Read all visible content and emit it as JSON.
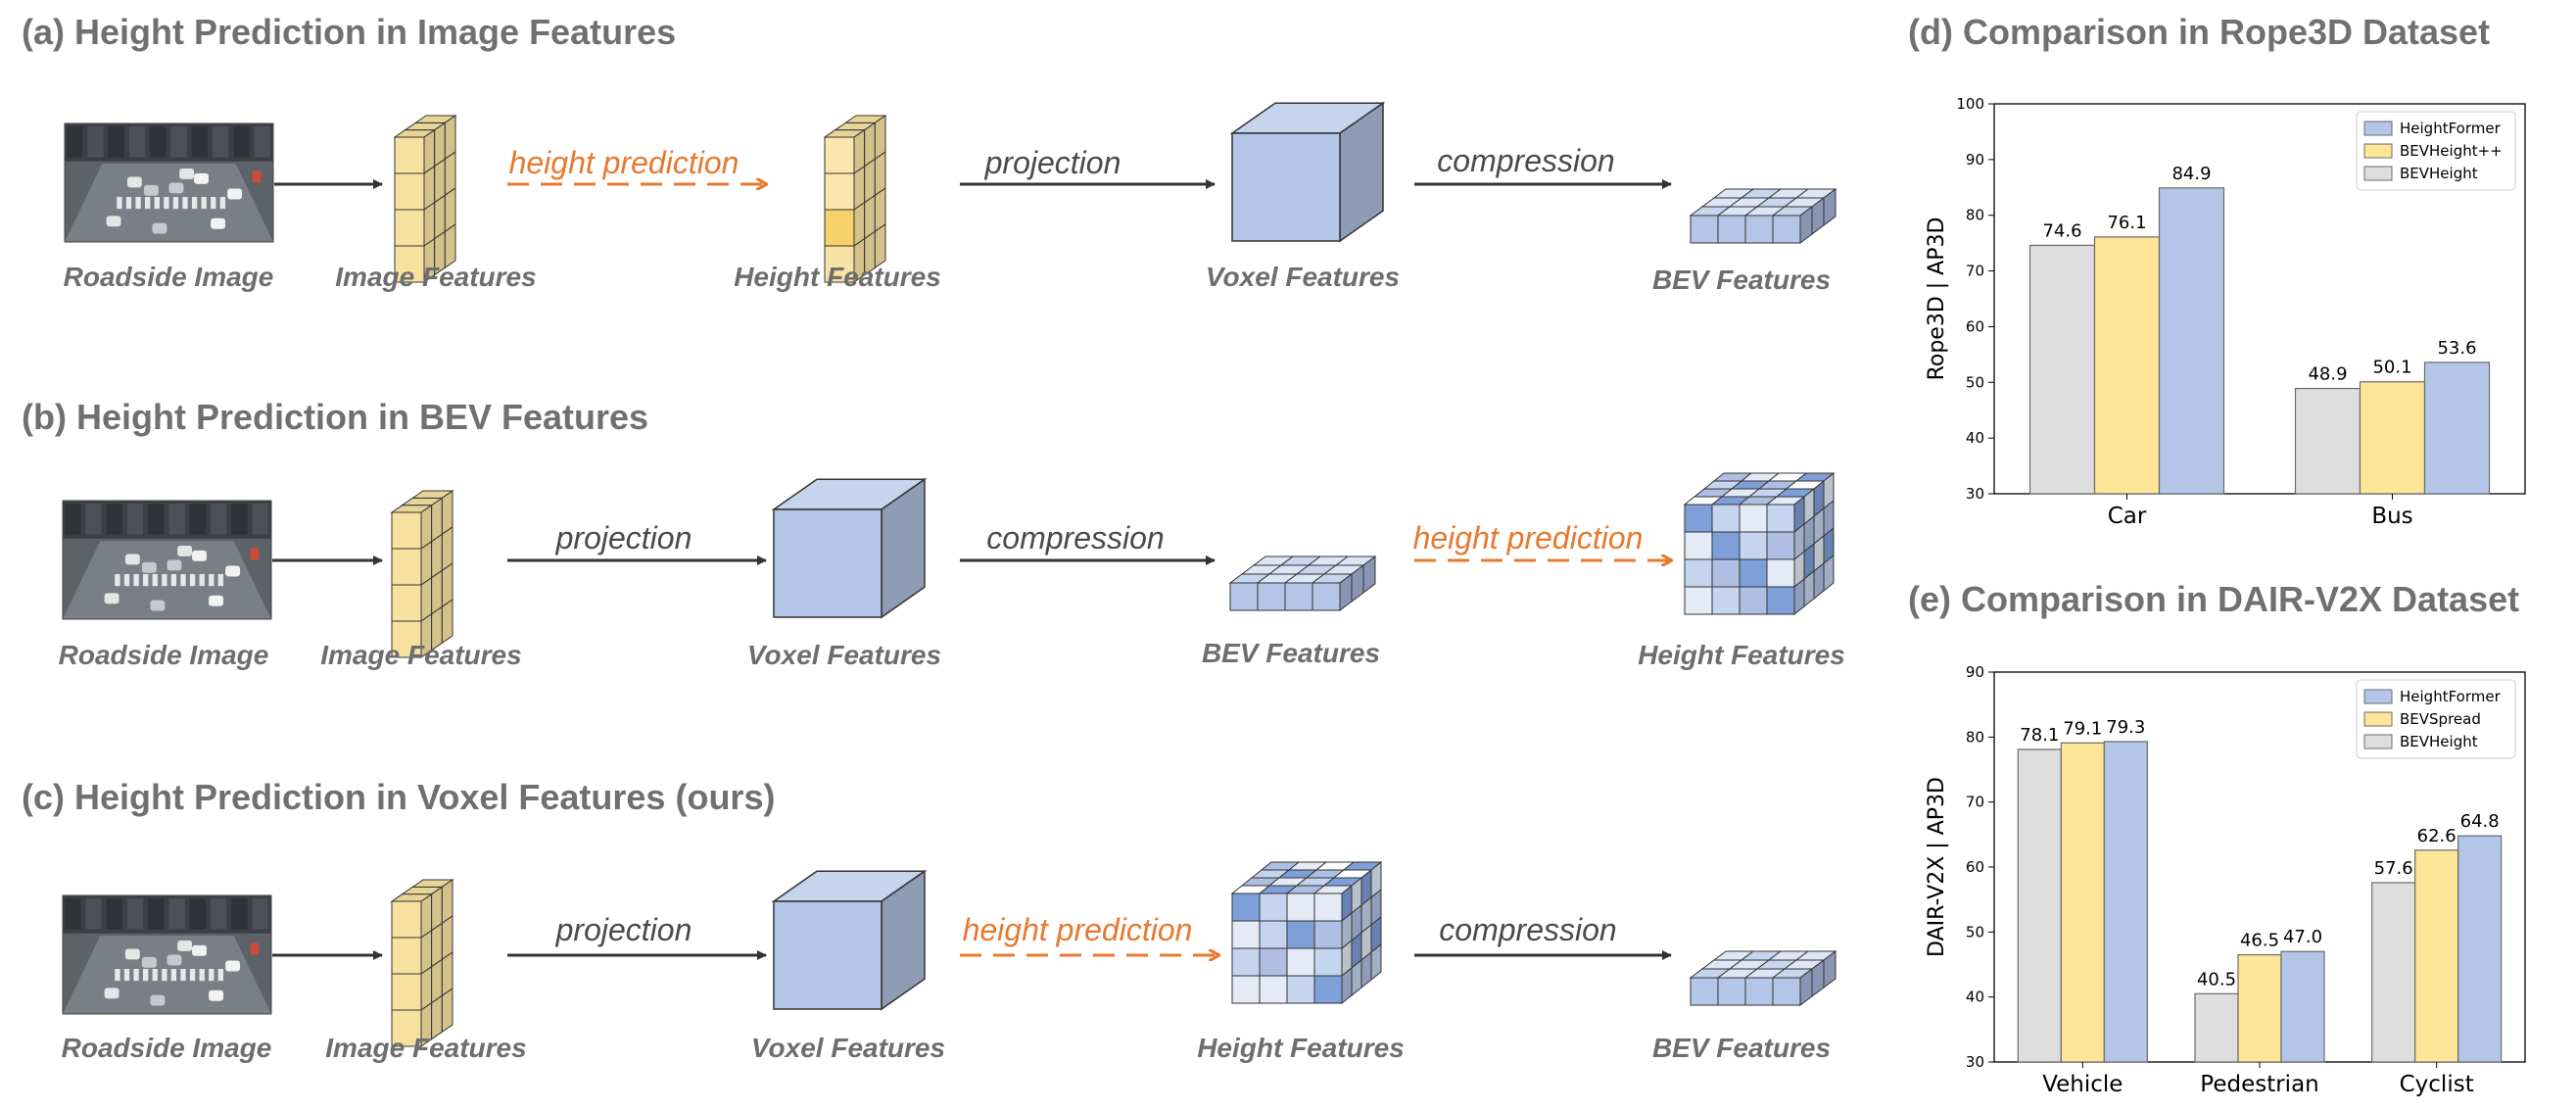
{
  "diagram": {
    "rows": [
      {
        "title": "(a) Height Prediction in Image Features",
        "captions": [
          "Roadside Image",
          "Image Features",
          "Height Features",
          "Voxel Features",
          "BEV Features"
        ],
        "arrows": [
          "",
          "height prediction",
          "projection",
          "compression"
        ]
      },
      {
        "title": "(b) Height Prediction in BEV Features",
        "captions": [
          "Roadside Image",
          "Image Features",
          "Voxel Features",
          "BEV Features",
          "Height Features"
        ],
        "arrows": [
          "",
          "projection",
          "compression",
          "height prediction"
        ]
      },
      {
        "title": "(c) Height Prediction in Voxel Features (ours)",
        "captions": [
          "Roadside Image",
          "Image Features",
          "Voxel Features",
          "Height Features",
          "BEV Features"
        ],
        "arrows": [
          "",
          "projection",
          "height prediction",
          "compression"
        ]
      }
    ]
  },
  "colors": {
    "image_feature": "#f7e1a0",
    "voxel": "#b3c6e7",
    "bev": "#b3c6e7",
    "highlight_arrow": "#e8782e",
    "gray_text": "#707070",
    "bar_heightformer": "#b3c6e7",
    "bar_bevheightpp": "#fee597",
    "bar_bevheight": "#dedede"
  },
  "chart_data": [
    {
      "type": "bar",
      "title": "(d) Comparison in Rope3D Dataset",
      "categories": [
        "Car",
        "Bus"
      ],
      "ylabel": "Rope3D | AP3D",
      "ylim": [
        30,
        100
      ],
      "yticks": [
        "30",
        "40",
        "50",
        "60",
        "70",
        "80",
        "90",
        "100"
      ],
      "legend_position": "top-right",
      "series": [
        {
          "name": "BEVHeight",
          "values": [
            74.6,
            48.9
          ],
          "labels": [
            "74.6",
            "48.9"
          ]
        },
        {
          "name": "BEVHeight++",
          "values": [
            76.1,
            50.1
          ],
          "labels": [
            "76.1",
            "50.1"
          ]
        },
        {
          "name": "HeightFormer",
          "values": [
            84.9,
            53.6
          ],
          "labels": [
            "84.9",
            "53.6"
          ]
        }
      ],
      "legend_order": [
        "HeightFormer",
        "BEVHeight++",
        "BEVHeight"
      ]
    },
    {
      "type": "bar",
      "title": "(e) Comparison in DAIR-V2X Dataset",
      "categories": [
        "Vehicle",
        "Pedestrian",
        "Cyclist"
      ],
      "ylabel": "DAIR-V2X | AP3D",
      "ylim": [
        30,
        90
      ],
      "yticks": [
        "30",
        "40",
        "50",
        "60",
        "70",
        "80",
        "90"
      ],
      "legend_position": "top-right",
      "series": [
        {
          "name": "BEVHeight",
          "values": [
            78.1,
            40.5,
            57.6
          ],
          "labels": [
            "78.1",
            "40.5",
            "57.6"
          ]
        },
        {
          "name": "BEVSpread",
          "values": [
            79.1,
            46.5,
            62.6
          ],
          "labels": [
            "79.1",
            "46.5",
            "62.6"
          ]
        },
        {
          "name": "HeightFormer",
          "values": [
            79.3,
            47.0,
            64.8
          ],
          "labels": [
            "79.3",
            "47.0",
            "64.8"
          ]
        }
      ],
      "legend_order": [
        "HeightFormer",
        "BEVSpread",
        "BEVHeight"
      ]
    }
  ]
}
